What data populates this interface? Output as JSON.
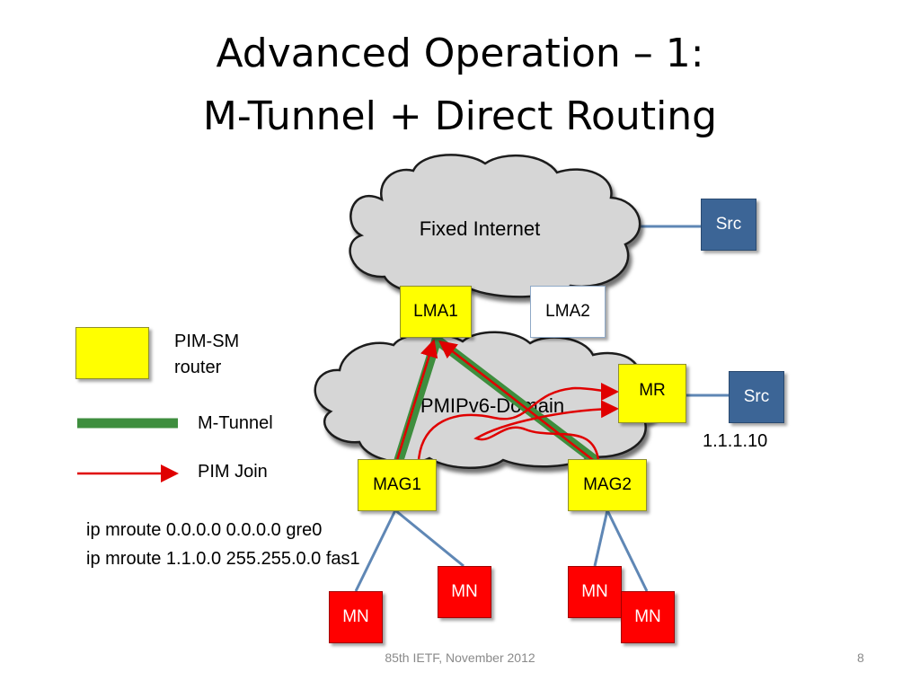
{
  "slide": {
    "title_line1": "Advanced Operation – 1:",
    "title_line2": "M-Tunnel + Direct Routing",
    "footer": "85th IETF, November 2012",
    "page_number": "8"
  },
  "diagram": {
    "clouds": {
      "fixed_internet": "Fixed Internet",
      "pmipv6_domain": "PMIPv6-Domain"
    },
    "nodes": {
      "lma1": "LMA1",
      "lma2": "LMA2",
      "src_top": "Src",
      "mr": "MR",
      "src_right": "Src",
      "mag1": "MAG1",
      "mag2": "MAG2",
      "mn1": "MN",
      "mn2": "MN",
      "mn3": "MN",
      "mn4": "MN"
    },
    "src_address": "1.1.1.10",
    "routes": [
      "ip mroute 0.0.0.0 0.0.0.0 gre0",
      "ip mroute 1.1.0.0 255.255.0.0 fas1"
    ]
  },
  "legend": {
    "pim_router_line1": "PIM-SM",
    "pim_router_line2": "router",
    "m_tunnel": "M-Tunnel",
    "pim_join": "PIM Join"
  },
  "colors": {
    "router_yellow": "#ffff00",
    "tunnel_green": "#3e8e3e",
    "join_red": "#e00000",
    "src_blue": "#3c6596",
    "mn_red": "#ff0000",
    "cloud_gray": "#d6d6d6",
    "link_blue": "#5f87b5"
  }
}
